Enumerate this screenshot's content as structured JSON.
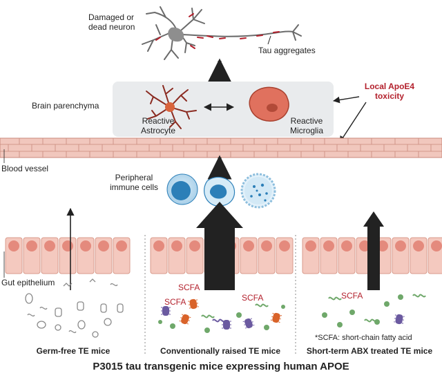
{
  "labels": {
    "damaged_neuron": "Damaged or\ndead neuron",
    "tau_aggregates": "Tau aggregates",
    "local_apoe4": "Local ApoE4\ntoxicity",
    "brain_parenchyma": "Brain parenchyma",
    "reactive_astrocyte": "Reactive\nAstrocyte",
    "reactive_microglia": "Reactive\nMicroglia",
    "blood_vessel": "Blood vessel",
    "peripheral_immune": "Peripheral\nimmune cells",
    "gut_epithelium": "Gut epithelium",
    "scfa": "SCFA",
    "scfa_note": "*SCFA: short-chain fatty acid",
    "panel_germ_free": "Germ-free TE mice",
    "panel_conventional": "Conventionally raised TE mice",
    "panel_abx": "Short-term ABX treated TE mice",
    "bottom_title": "P3015 tau transgenic mice expressing human APOE"
  },
  "colors": {
    "accent_red": "#b3202c",
    "vessel_fill": "#f1c7bd",
    "vessel_line": "#c98a7c",
    "epithelium_fill": "#f4c9bf",
    "nucleus": "#e48a7d",
    "parenchyma_box": "#e9ebed",
    "arrow_dark": "#222222",
    "bacteria_orange": "#d9632a",
    "bacteria_purple": "#6b5aa0",
    "bacteria_green": "#6fa86a",
    "cell_blue": "#2c7fb8"
  }
}
